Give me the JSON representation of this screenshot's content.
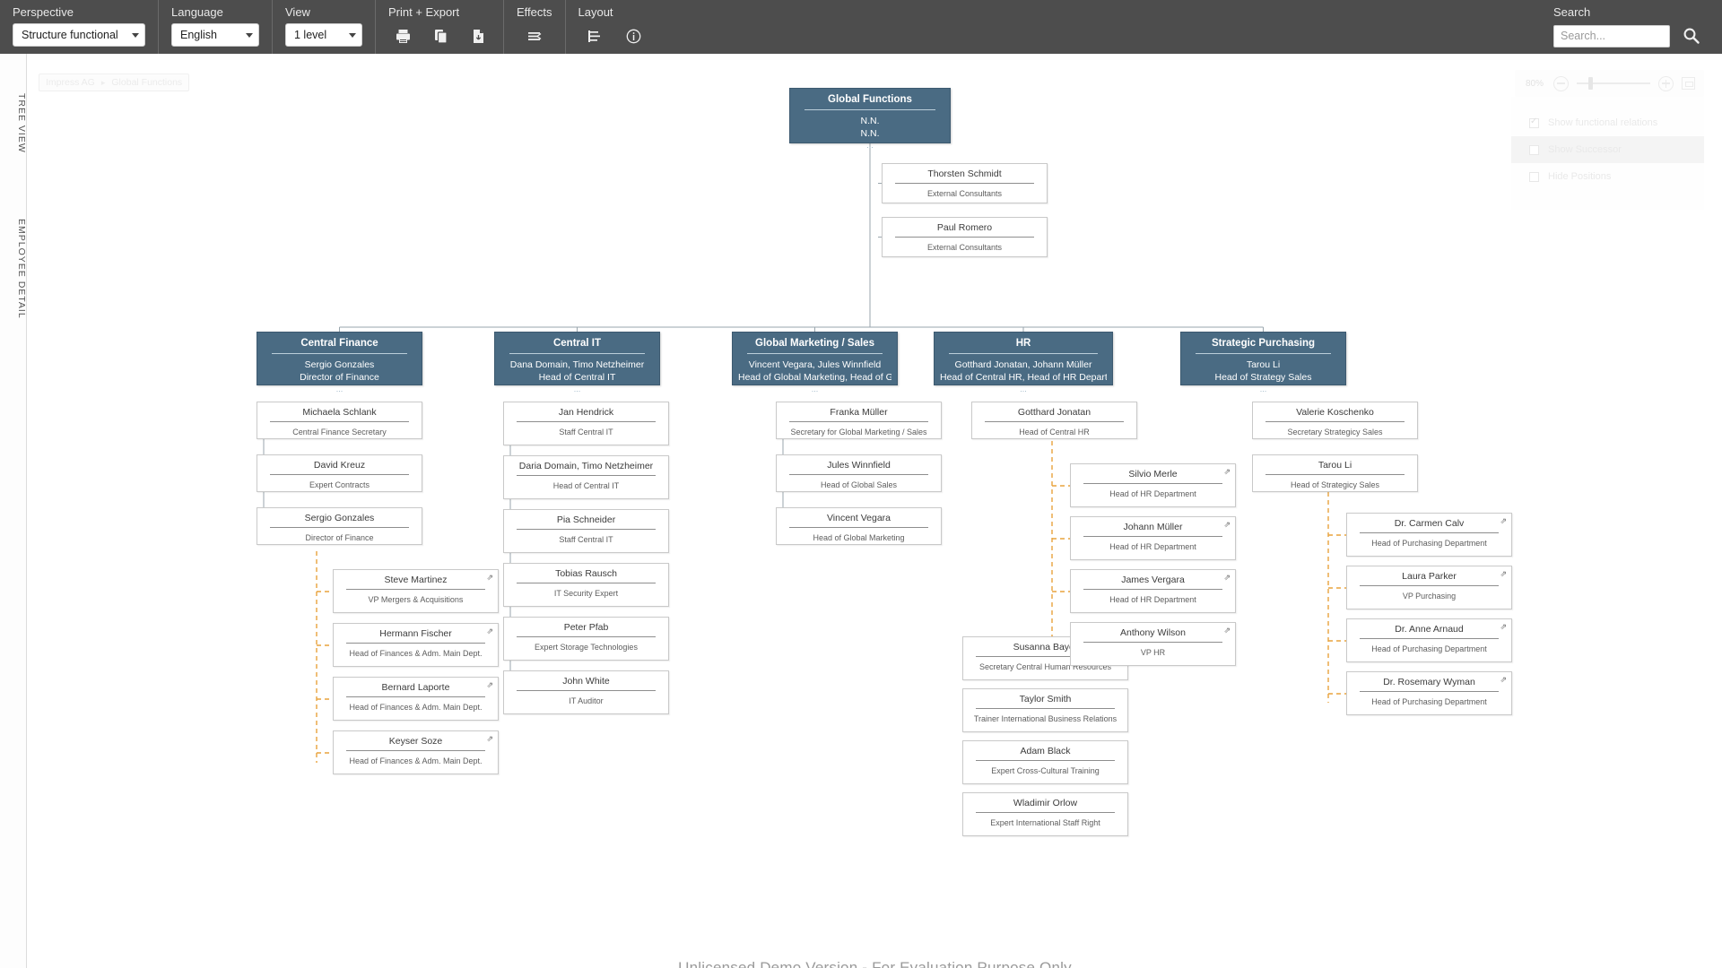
{
  "toolbar": {
    "groups": [
      {
        "label": "Perspective",
        "value": "Structure functional"
      },
      {
        "label": "Language",
        "value": "English"
      },
      {
        "label": "View",
        "value": "1 level"
      },
      {
        "label": "Print + Export"
      },
      {
        "label": "Effects"
      },
      {
        "label": "Layout"
      }
    ],
    "print_icon": "printer-icon",
    "copy_icon": "copy-icon",
    "export_icon": "export-file-icon",
    "effects_icon": "effects-icon",
    "layout_icon": "layout-tree-icon",
    "info_icon": "info-icon"
  },
  "search": {
    "label": "Search",
    "placeholder": "Search...",
    "value": "",
    "icon": "search-icon"
  },
  "rail": {
    "tree_view": "TREE VIEW",
    "employee_detail": "EMPLOYEE DETAIL"
  },
  "breadcrumb": {
    "root": "Impress AG",
    "separator": "▸",
    "current": "Global Functions"
  },
  "zoom": {
    "level": "80%",
    "minus": "−",
    "plus": "+",
    "fit": "fit-to-screen-icon"
  },
  "options": [
    {
      "label": "Show functional relations",
      "checked": true,
      "highlight": false
    },
    {
      "label": "Show Successor",
      "checked": false,
      "highlight": true
    },
    {
      "label": "Hide Positions",
      "checked": false,
      "highlight": false
    }
  ],
  "watermark": "Unlicensed Demo Version - For Evaluation Purpose Only",
  "colors": {
    "toolbar_bg": "#4d4d4d",
    "dept_fill": "#4a6b83",
    "dept_border": "#3d5a70",
    "card_border": "#c9c9c9",
    "functional_line": "#e8a33d"
  },
  "chart_data": {
    "type": "org-chart",
    "root": {
      "title": "Global Functions",
      "lines": [
        "N.N.",
        "N.N."
      ],
      "dots": "..."
    },
    "staff": [
      {
        "name": "Thorsten Schmidt",
        "role": "External Consultants"
      },
      {
        "name": "Paul Romero",
        "role": "External Consultants"
      }
    ],
    "departments": [
      {
        "title": "Central Finance",
        "lines": [
          "Sergio Gonzales",
          "Director of Finance"
        ],
        "dots": "...",
        "cards": [
          {
            "name": "Michaela Schlank",
            "role": "Central Finance Secretary"
          },
          {
            "name": "David Kreuz",
            "role": "Expert Contracts"
          },
          {
            "name": "Sergio Gonzales",
            "role": "Director of Finance"
          }
        ],
        "functional": [
          {
            "name": "Steve Martinez",
            "role": "VP Mergers & Acquisitions",
            "flag": "⇗"
          },
          {
            "name": "Hermann Fischer",
            "role": "Head of Finances & Adm. Main Dept.",
            "flag": "⇗"
          },
          {
            "name": "Bernard Laporte",
            "role": "Head of Finances & Adm. Main Dept.",
            "flag": "⇗"
          },
          {
            "name": "Keyser Soze",
            "role": "Head of Finances & Adm. Main Dept.",
            "flag": "⇗"
          }
        ]
      },
      {
        "title": "Central IT",
        "lines": [
          "Dana Domain, Timo Netzheimer",
          "Head of Central IT"
        ],
        "dots": "...",
        "cards": [
          {
            "name": "Jan Hendrick",
            "role": "Staff Central IT"
          },
          {
            "name": "Daria Domain, Timo Netzheimer",
            "role": "Head of Central IT"
          },
          {
            "name": "Pia Schneider",
            "role": "Staff Central IT"
          },
          {
            "name": "Tobias Rausch",
            "role": "IT Security Expert"
          },
          {
            "name": "Peter Pfab",
            "role": "Expert Storage Technologies"
          },
          {
            "name": "John White",
            "role": "IT Auditor"
          }
        ],
        "functional": []
      },
      {
        "title": "Global Marketing / Sales",
        "lines": [
          "Vincent Vegara, Jules Winnfield",
          "Head of Global Marketing, Head of Global ..."
        ],
        "dots": "...",
        "cards": [
          {
            "name": "Franka Müller",
            "role": "Secretary for Global Marketing / Sales"
          },
          {
            "name": "Jules Winnfield",
            "role": "Head of Global Sales"
          },
          {
            "name": "Vincent Vegara",
            "role": "Head of Global Marketing"
          }
        ],
        "functional": []
      },
      {
        "title": "HR",
        "lines": [
          "Gotthard Jonatan, Johann Müller",
          "Head of Central HR, Head of HR Departm..."
        ],
        "dots": "...",
        "cards": [
          {
            "name": "Gotthard Jonatan",
            "role": "Head of Central HR"
          },
          {
            "name": "Susanna Bayer",
            "role": "Secretary Central Human Resources"
          },
          {
            "name": "Taylor Smith",
            "role": "Trainer International Business Relations"
          },
          {
            "name": "Adam Black",
            "role": "Expert Cross-Cultural Training"
          },
          {
            "name": "Wladimir Orlow",
            "role": "Expert International Staff Right"
          }
        ],
        "functional": [
          {
            "name": "Silvio Merle",
            "role": "Head of HR Department",
            "flag": "⇗"
          },
          {
            "name": "Johann Müller",
            "role": "Head of HR Department",
            "flag": "⇗"
          },
          {
            "name": "James Vergara",
            "role": "Head of HR Department",
            "flag": "⇗"
          },
          {
            "name": "Anthony Wilson",
            "role": "VP HR",
            "flag": "⇗"
          }
        ]
      },
      {
        "title": "Strategic Purchasing",
        "lines": [
          "Tarou Li",
          "Head of Strategy Sales"
        ],
        "dots": "...",
        "cards": [
          {
            "name": "Valerie Koschenko",
            "role": "Secretary Strategicy Sales"
          },
          {
            "name": "Tarou Li",
            "role": "Head of Strategicy Sales"
          }
        ],
        "functional": [
          {
            "name": "Dr. Carmen Calv",
            "role": "Head of Purchasing Department",
            "flag": "⇗"
          },
          {
            "name": "Laura Parker",
            "role": "VP Purchasing",
            "flag": "⇗"
          },
          {
            "name": "Dr. Anne Arnaud",
            "role": "Head of Purchasing Department",
            "flag": "⇗"
          },
          {
            "name": "Dr. Rosemary Wyman",
            "role": "Head of Purchasing Department",
            "flag": "⇗"
          }
        ]
      }
    ]
  }
}
